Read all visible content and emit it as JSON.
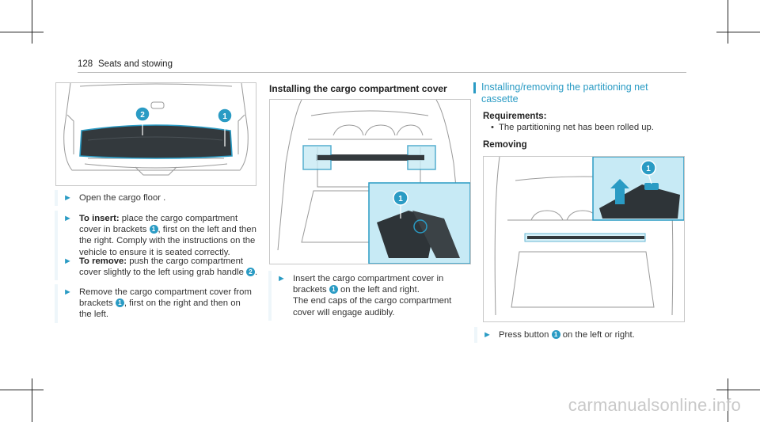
{
  "header": {
    "page_number": "128",
    "section": "Seats and stowing"
  },
  "left": {
    "steps": [
      {
        "label": "",
        "text_before": "Open the cargo floor .",
        "badge": "",
        "text_after": ""
      },
      {
        "label": "To insert:",
        "text_before": " place the cargo compartment cover in brackets ",
        "badge": "1",
        "text_after": ", first on the left and then the right. Comply with the instructions on the vehicle to ensure it is seated correctly."
      },
      {
        "label": "To remove:",
        "text_before": " push the cargo compartment cover slightly to the left using grab handle ",
        "badge": "2",
        "text_after": "."
      },
      {
        "label": "",
        "text_before": "Remove the cargo compartment cover from brackets ",
        "badge": "1",
        "text_after": ", first on the right and then on the left."
      }
    ],
    "figure_badges": [
      "2",
      "1"
    ]
  },
  "middle": {
    "heading": "Installing the cargo compartment cover",
    "step": {
      "text_before": "Insert the cargo compartment cover in brackets ",
      "badge": "1",
      "text_after": " on the left and right.",
      "note": "The end caps of the cargo compartment cover will engage audibly."
    },
    "figure_badge": "1"
  },
  "right": {
    "heading": "Installing/removing the partitioning net cassette",
    "requirements_label": "Requirements:",
    "requirement": "The partitioning net has been rolled up.",
    "removing_label": "Removing",
    "step": {
      "text_before": "Press button ",
      "badge": "1",
      "text_after": " on the left or right."
    },
    "figure_badge": "1"
  },
  "watermark": "carmanualsonline.info",
  "colors": {
    "accent": "#2a9bc4",
    "highlight": "#c7eaf5"
  }
}
